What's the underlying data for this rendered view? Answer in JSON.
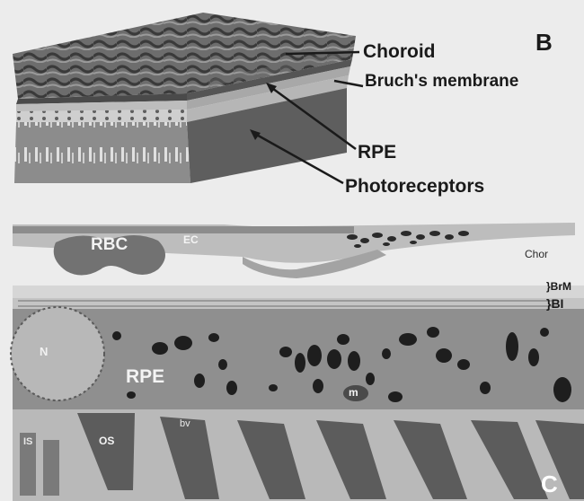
{
  "panel_b": {
    "panel_letter": "B",
    "labels": {
      "choroid": "Choroid",
      "bruchs_membrane": "Bruch's membrane",
      "rpe": "RPE",
      "photoreceptors": "Photoreceptors"
    }
  },
  "panel_c": {
    "panel_letter": "C",
    "labels": {
      "rbc": "RBC",
      "ec": "EC",
      "chor": "Chor",
      "brm": "}BrM",
      "bi": "}BI",
      "nucleus": "N",
      "rpe": "RPE",
      "mitochondria": "m",
      "bv": "bv",
      "os": "OS",
      "is": "IS"
    }
  },
  "colors": {
    "background": "#ececec",
    "label_text": "#1a1a1a",
    "tissue_dark": "#5a5a5a",
    "tissue_mid": "#8a8a8a",
    "tissue_light": "#d8d8d8"
  }
}
